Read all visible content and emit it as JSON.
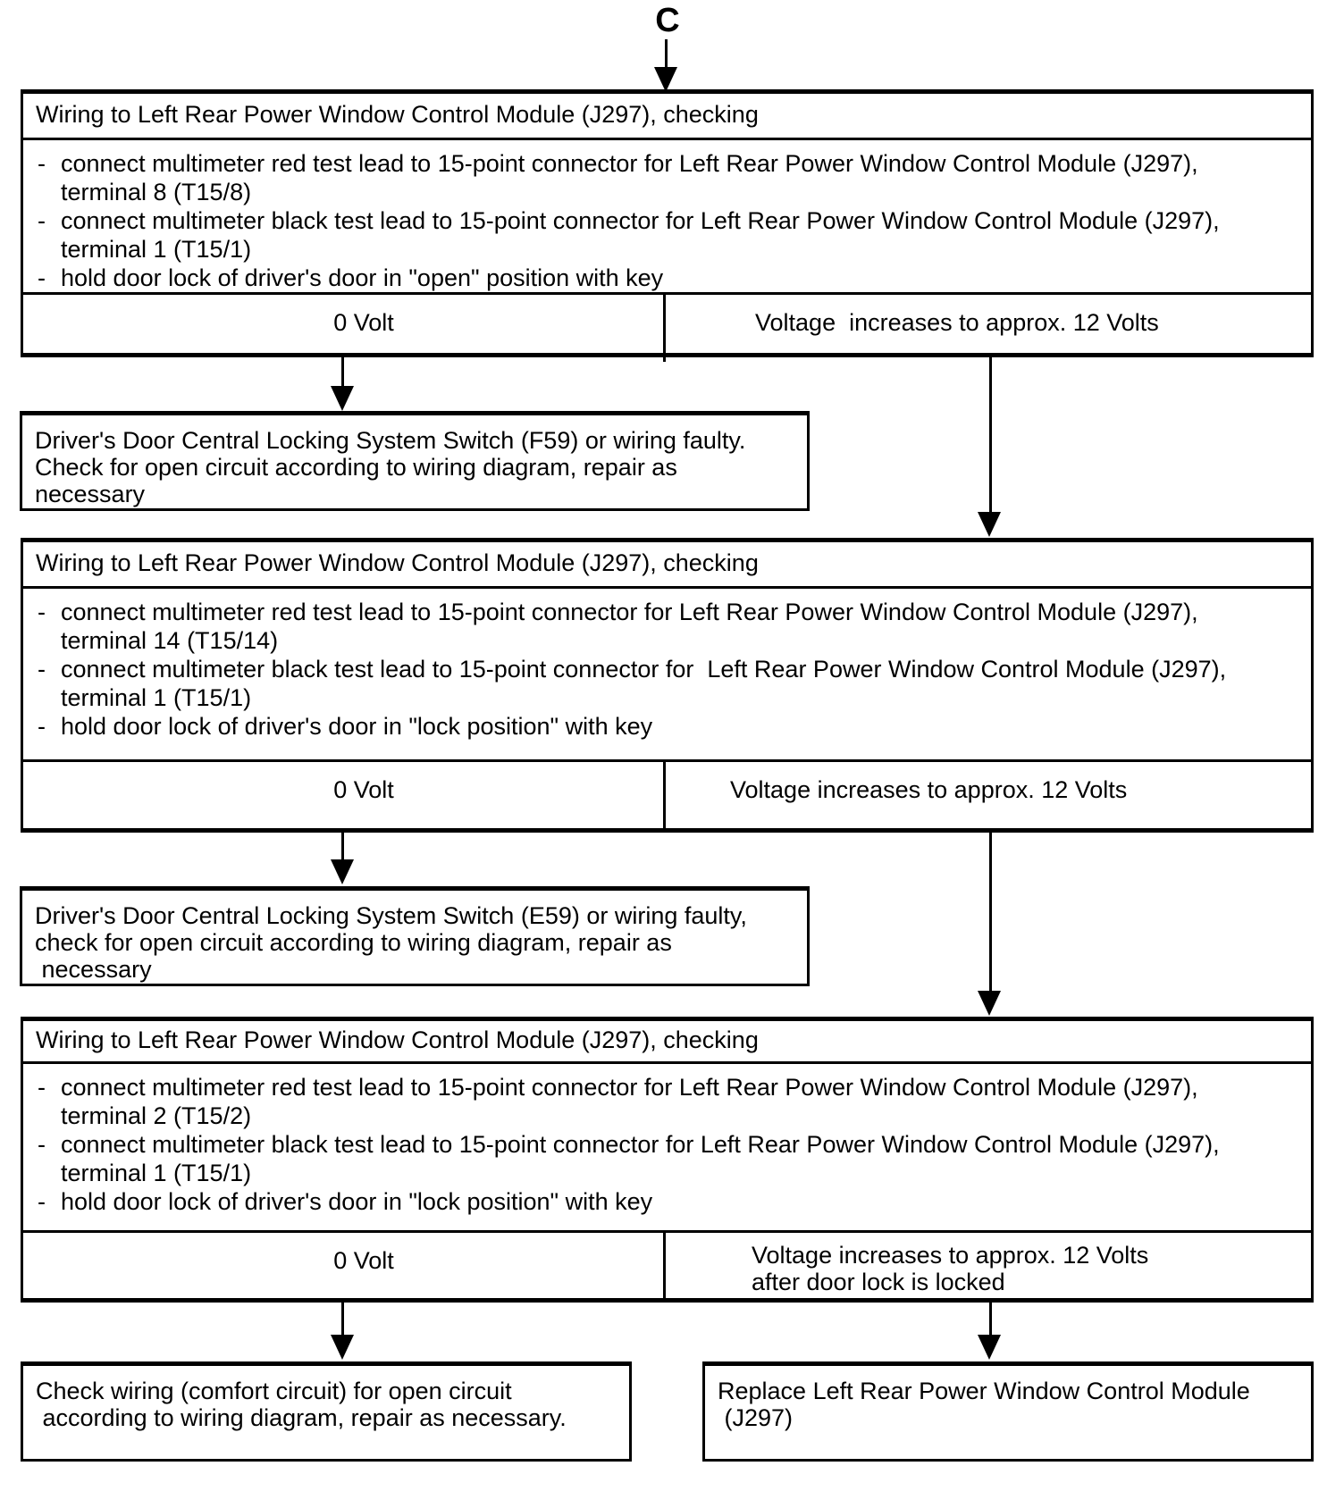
{
  "page": {
    "connector_label": "C",
    "bullet_marker": "-",
    "ink_color": "#000000",
    "paper_color": "#ffffff"
  },
  "check_boxes": [
    {
      "title": "Wiring to Left Rear Power Window Control Module (J297), checking",
      "steps": [
        "connect multimeter red test lead to 15-point connector for Left Rear Power Window Control Module (J297),\nterminal 8 (T15/8)",
        "connect multimeter black test lead to 15-point connector for Left Rear Power Window Control Module (J297),\nterminal 1 (T15/1)",
        "hold door lock of driver's door in \"open\" position with key"
      ],
      "result_left": "0 Volt",
      "result_right": "Voltage  increases to approx. 12 Volts"
    },
    {
      "title": "Wiring to Left Rear Power Window Control Module (J297), checking",
      "steps": [
        "connect multimeter red test lead to 15-point connector for Left Rear Power Window Control Module (J297),\nterminal 14 (T15/14)",
        "connect multimeter black test lead to 15-point connector for  Left Rear Power Window Control Module (J297),\nterminal 1 (T15/1)",
        "hold door lock of driver's door in \"lock position\" with key"
      ],
      "result_left": "0 Volt",
      "result_right": "Voltage increases to approx. 12 Volts"
    },
    {
      "title": "Wiring to Left Rear Power Window Control Module (J297), checking",
      "steps": [
        "connect multimeter red test lead to 15-point connector for Left Rear Power Window Control Module (J297),\nterminal 2 (T15/2)",
        "connect multimeter black test lead to 15-point connector for Left Rear Power Window Control Module (J297),\nterminal 1 (T15/1)",
        "hold door lock of driver's door in \"lock position\" with key"
      ],
      "result_left": "0 Volt",
      "result_right": "Voltage increases to approx. 12 Volts\nafter door lock is locked"
    }
  ],
  "outcome_boxes": {
    "f59": {
      "text": "Driver's Door Central Locking System Switch (F59) or wiring faulty.\nCheck for open circuit according to wiring diagram, repair as\nnecessary"
    },
    "e59": {
      "text": "Driver's Door Central Locking System Switch (E59) or wiring faulty,\ncheck for open circuit according to wiring diagram, repair as\n necessary"
    },
    "comfort_wiring": {
      "text": "Check wiring (comfort circuit) for open circuit\n according to wiring diagram, repair as necessary."
    },
    "replace_module": {
      "text": "Replace Left Rear Power Window Control Module\n (J297)"
    }
  }
}
